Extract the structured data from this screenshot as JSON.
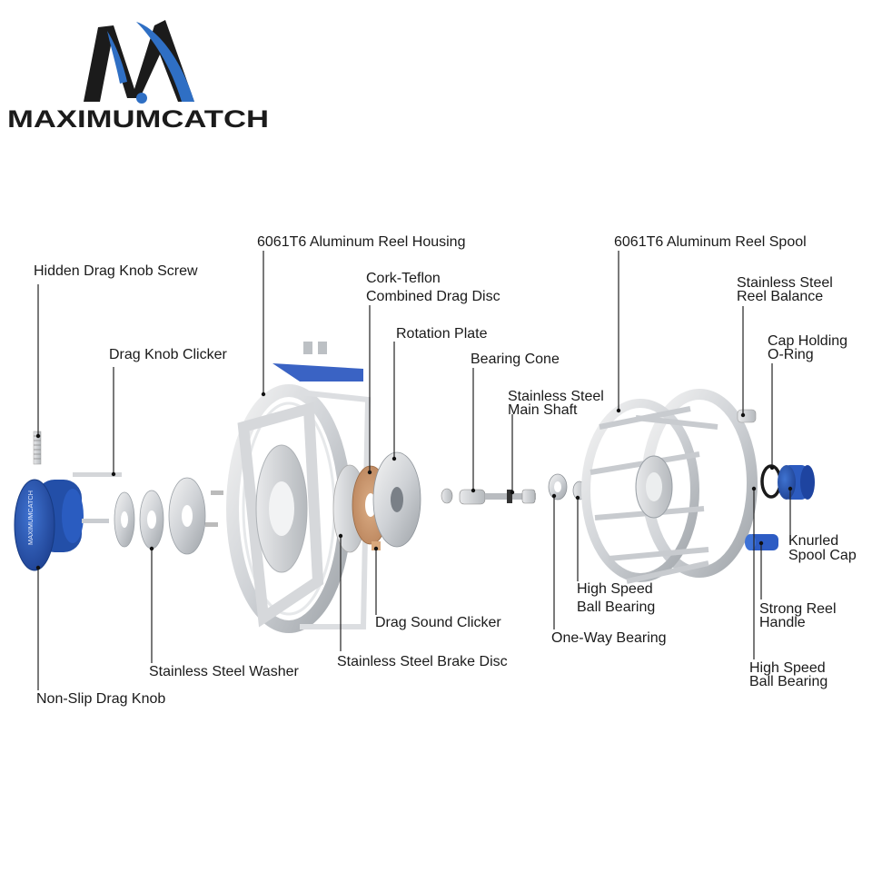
{
  "brand": {
    "name": "MAXIMUMCATCH",
    "knob_mark": "MAXIMUMCATCH",
    "colors": {
      "black": "#1b1b1b",
      "blue": "#2f6fc4"
    }
  },
  "labels": {
    "housing": "6061T6 Aluminum Reel Housing",
    "spool": "6061T6 Aluminum Reel Spool",
    "knob_screw": "Hidden Drag Knob Screw",
    "cork_1": "Cork-Teflon",
    "cork_2": "Combined Drag Disc",
    "balance_1": "Stainless Steel",
    "balance_2": "Reel Balance",
    "rotation_plate": "Rotation Plate",
    "oring_1": "Cap Holding",
    "oring_2": "O-Ring",
    "knob_clicker": "Drag Knob Clicker",
    "bearing_cone": "Bearing Cone",
    "shaft_1": "Stainless Steel",
    "shaft_2": "Main Shaft",
    "cap_1": "Knurled",
    "cap_2": "Spool Cap",
    "hsb_1": "High Speed",
    "hsb_2": "Ball Bearing",
    "handle_1": "Strong Reel",
    "handle_2": "Handle",
    "sound_clicker": "Drag Sound Clicker",
    "one_way": "One-Way Bearing",
    "washer": "Stainless  Steel Washer",
    "brake_disc": "Stainless Steel Brake Disc",
    "hsb2_1": "High Speed",
    "hsb2_2": "Ball Bearing",
    "drag_knob": "Non-Slip Drag Knob"
  }
}
